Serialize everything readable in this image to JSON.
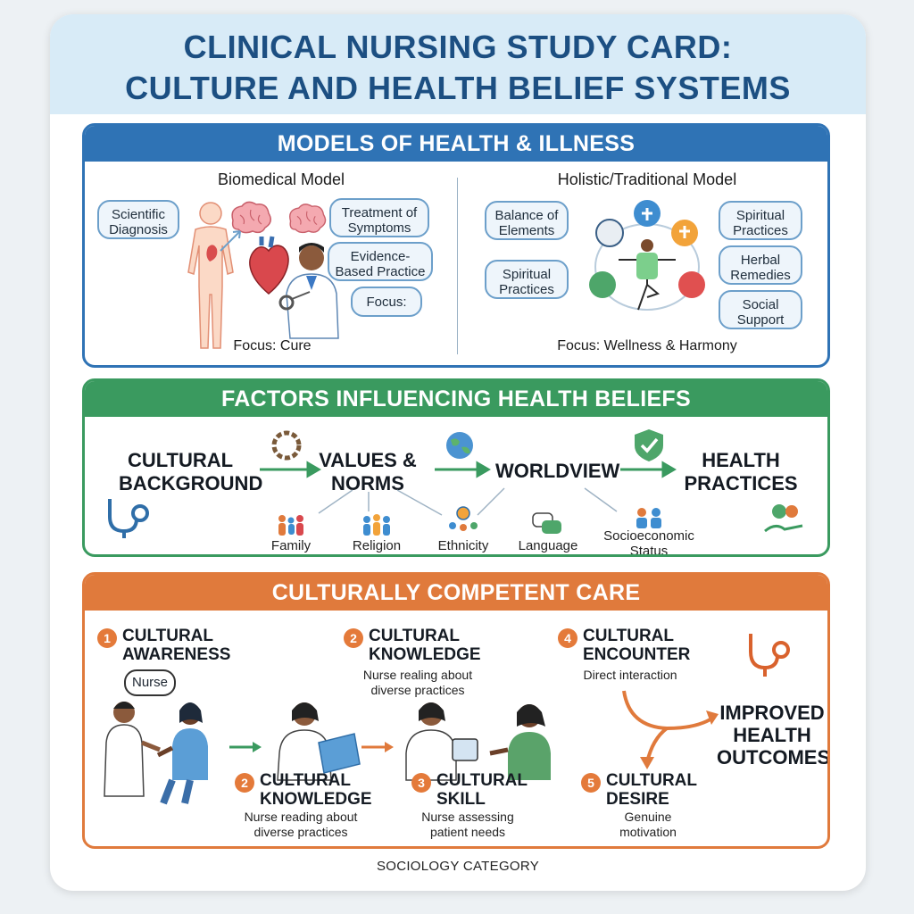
{
  "title": {
    "line1": "CLINICAL NURSING STUDY CARD:",
    "line2": "CULTURE AND HEALTH BELIEF SYSTEMS"
  },
  "models": {
    "header": "MODELS OF HEALTH & ILLNESS",
    "biomedical": {
      "title": "Biomedical Model",
      "bubbles": [
        "Scientific Diagnosis",
        "Treatment of Symptoms",
        "Evidence-Based Practice",
        "Focus:"
      ],
      "focus": "Focus: Cure"
    },
    "holistic": {
      "title": "Holistic/Traditional Model",
      "bubbles": [
        "Balance of Elements",
        "Spiritual Practices",
        "Spiritual Practices",
        "Herbal Remedies",
        "Social Support"
      ],
      "focus": "Focus: Wellness & Harmony"
    }
  },
  "factors": {
    "header": "FACTORS INFLUENCING HEALTH BELIEFS",
    "flow": [
      "CULTURAL BACKGROUND",
      "VALUES & NORMS",
      "WORLDVIEW",
      "HEALTH PRACTICES"
    ],
    "influences": [
      "Family",
      "Religion",
      "Ethnicity",
      "Language",
      "Socioeconomic Status"
    ]
  },
  "care": {
    "header": "CULTURALLY COMPETENT CARE",
    "steps": [
      {
        "num": "1",
        "title": "CULTURAL AWARENESS",
        "desc": ""
      },
      {
        "num": "2",
        "title": "CULTURAL KNOWLEDGE",
        "desc": "Nurse realing about diverse practices"
      },
      {
        "num": "4",
        "title": "CULTURAL ENCOUNTER",
        "desc": "Direct interaction"
      },
      {
        "num": "2",
        "title": "CULTURAL KNOWLEDGE",
        "desc": "Nurse reading about diverse practices"
      },
      {
        "num": "3",
        "title": "CULTURAL SKILL",
        "desc": "Nurse assessing patient needs"
      },
      {
        "num": "5",
        "title": "CULTURAL DESIRE",
        "desc": "Genuine motivation"
      }
    ],
    "speech": "Nurse",
    "outcome": "IMPROVED HEALTH OUTCOMES"
  },
  "footer": "SOCIOLOGY CATEGORY",
  "colors": {
    "blue": "#2f73b5",
    "green": "#3a9a5f",
    "orange": "#e07a3c",
    "title": "#1c4f82"
  }
}
